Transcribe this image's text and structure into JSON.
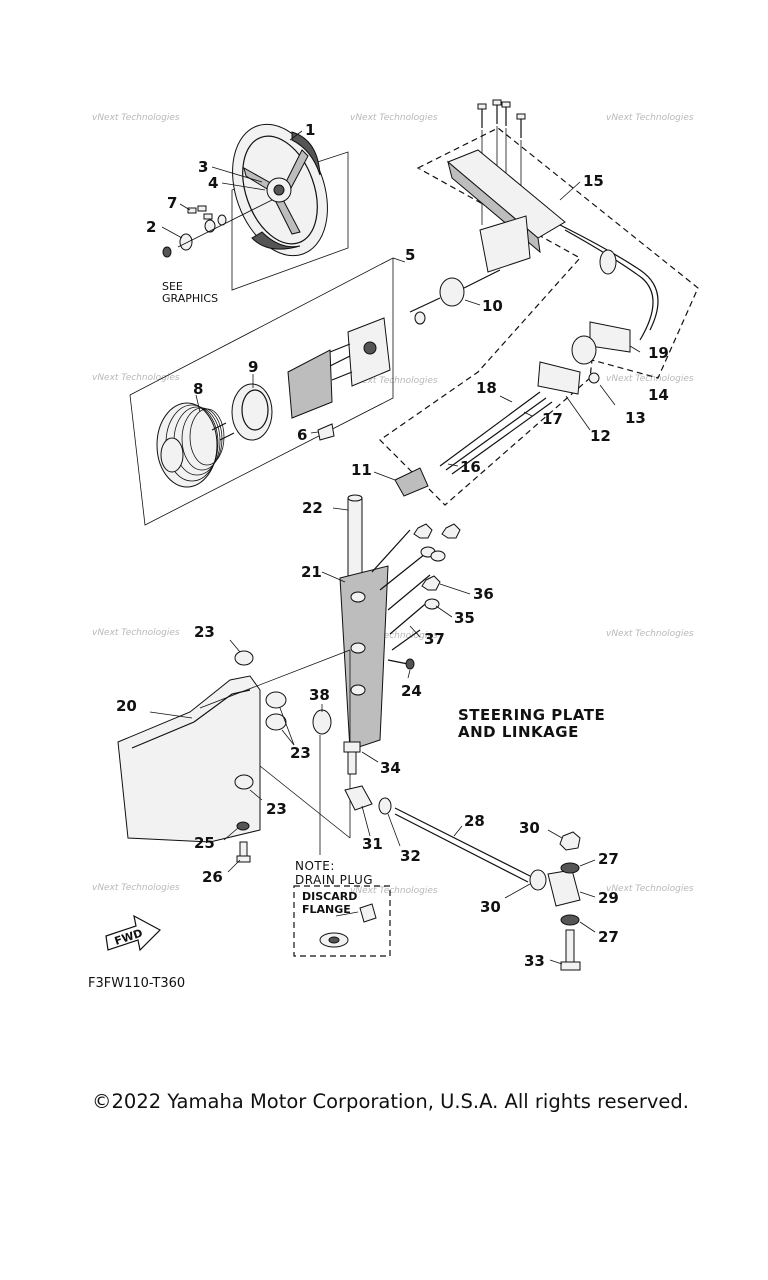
{
  "diagram": {
    "section_title_line1": "STEERING PLATE",
    "section_title_line2": "AND LINKAGE",
    "see_graphics_line1": "SEE",
    "see_graphics_line2": "GRAPHICS",
    "note_line1": "NOTE:",
    "note_line2": "DRAIN PLUG",
    "discard_line1": "DISCARD",
    "discard_line2": "FLANGE",
    "fwd_label": "FWD",
    "figure_code": "F3FW110-T360",
    "watermark": "vNext Technologies",
    "copyright": "©2022 Yamaha Motor Corporation, U.S.A. All rights reserved."
  },
  "callouts": {
    "c1": "1",
    "c2": "2",
    "c3": "3",
    "c4": "4",
    "c5": "5",
    "c6": "6",
    "c7": "7",
    "c8": "8",
    "c9": "9",
    "c10": "10",
    "c11": "11",
    "c12": "12",
    "c13": "13",
    "c14": "14",
    "c15": "15",
    "c16": "16",
    "c17": "17",
    "c18": "18",
    "c19": "19",
    "c20": "20",
    "c21": "21",
    "c22": "22",
    "c23a": "23",
    "c23b": "23",
    "c23c": "23",
    "c24": "24",
    "c25": "25",
    "c26": "26",
    "c27a": "27",
    "c27b": "27",
    "c28": "28",
    "c29": "29",
    "c30a": "30",
    "c30b": "30",
    "c31": "31",
    "c32": "32",
    "c33": "33",
    "c34": "34",
    "c35": "35",
    "c36": "36",
    "c37": "37",
    "c38": "38"
  }
}
